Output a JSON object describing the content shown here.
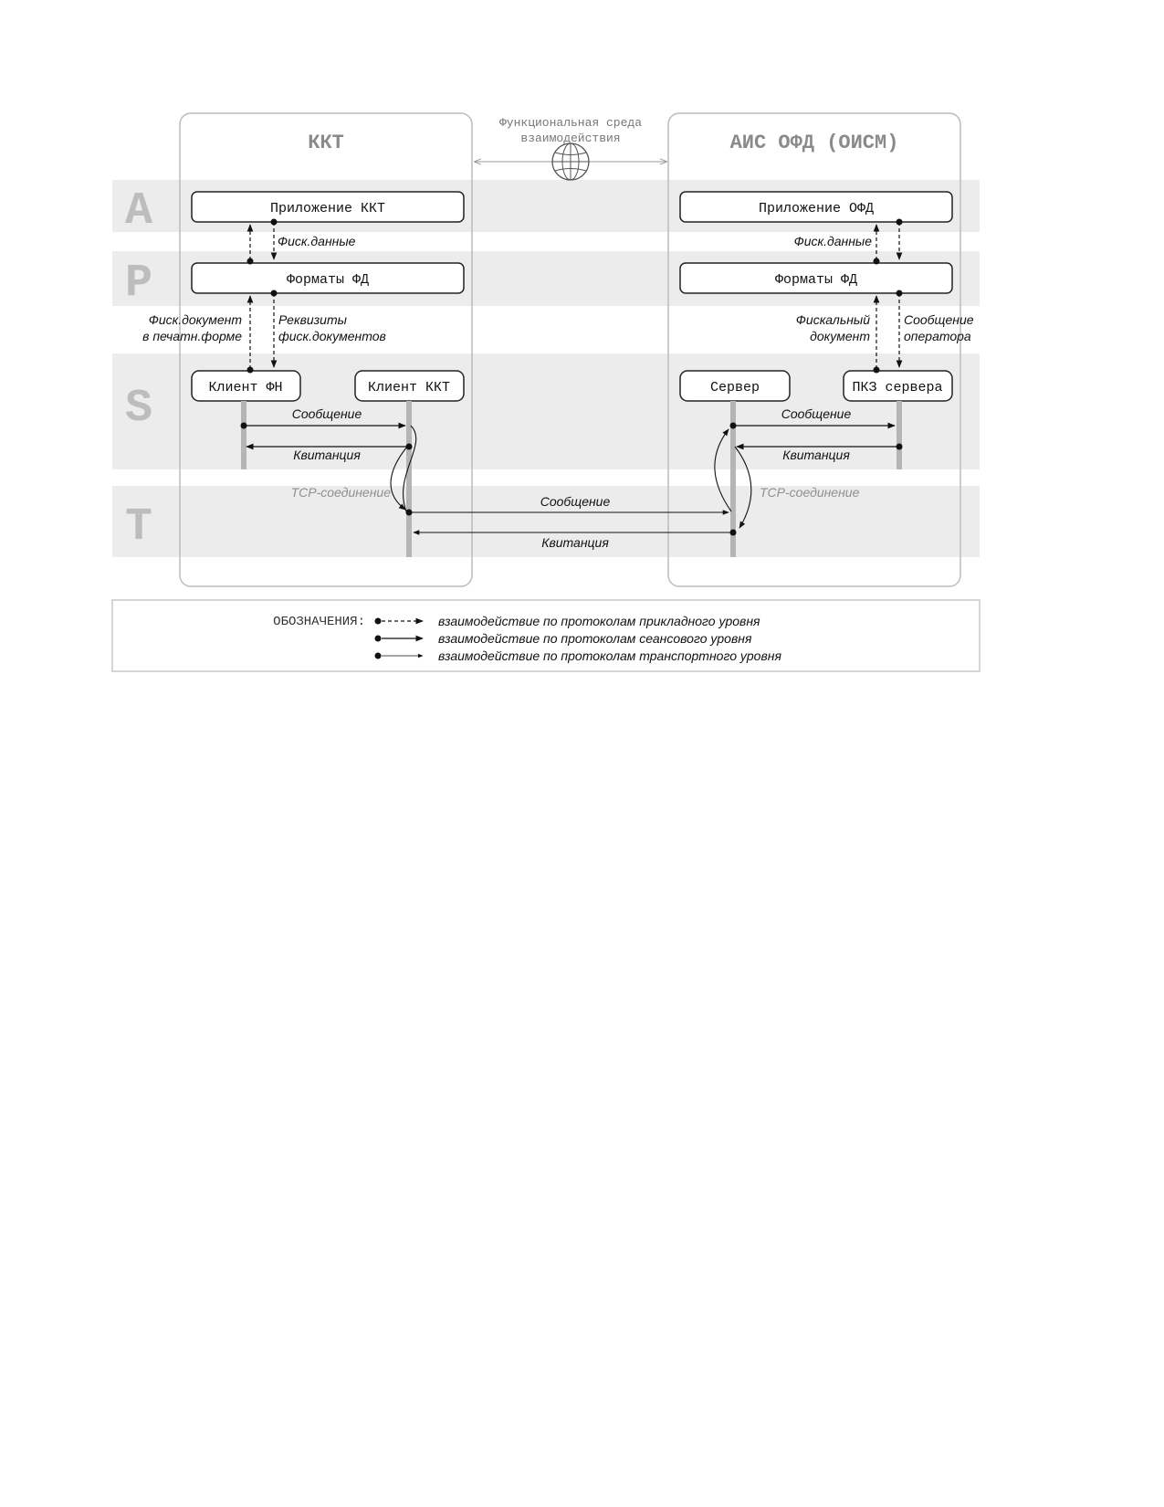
{
  "layers": {
    "a": "A",
    "p": "P",
    "s": "S",
    "t": "T"
  },
  "panels": {
    "left_title": "ККТ",
    "right_title": "АИС ОФД (ОИСМ)",
    "env_line1": "Функциональная среда",
    "env_line2": "взаимодействия"
  },
  "boxes": {
    "app_kkt": "Приложение ККТ",
    "formats_left": "Форматы ФД",
    "client_fn": "Клиент ФН",
    "client_kkt": "Клиент ККТ",
    "app_ofd": "Приложение ОФД",
    "formats_right": "Форматы ФД",
    "server": "Сервер",
    "pkz_server": "ПКЗ сервера"
  },
  "labels": {
    "fisk_data_left": "Фиск.данные",
    "fisk_data_right": "Фиск.данные",
    "fisk_doc_print_1": "Фиск.документ",
    "fisk_doc_print_2": "в печатн.форме",
    "requisites_1": "Реквизиты",
    "requisites_2": "фиск.документов",
    "fiscal_doc_1": "Фискальный",
    "fiscal_doc_2": "документ",
    "operator_msg_1": "Сообщение",
    "operator_msg_2": "оператора",
    "msg_s_left": "Сообщение",
    "ack_s_left": "Квитанция",
    "msg_s_right": "Сообщение",
    "ack_s_right": "Квитанция",
    "tcp_left": "TCP-соединение",
    "tcp_right": "TCP-соединение",
    "msg_t": "Сообщение",
    "ack_t": "Квитанция"
  },
  "legend": {
    "title": "ОБОЗНАЧЕНИЯ:",
    "app_level": "взаимодействие по протоколам прикладного уровня",
    "session_level": "взаимодействие по протоколам сеансового уровня",
    "transport_level": "взаимодействие по протоколам транспортного уровня"
  }
}
